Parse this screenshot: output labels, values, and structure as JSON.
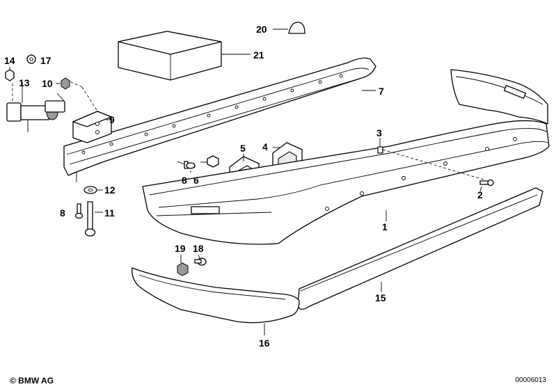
{
  "labels": {
    "p1": "1",
    "p2": "2",
    "p3": "3",
    "p4": "4",
    "p5": "5",
    "p6": "6",
    "p7": "7",
    "p8a": "8",
    "p8b": "8",
    "p9": "9",
    "p10": "10",
    "p11": "11",
    "p12": "12",
    "p13": "13",
    "p14": "14",
    "p15": "15",
    "p16": "16",
    "p17": "17",
    "p18": "18",
    "p19": "19",
    "p20": "20",
    "p21": "21"
  },
  "footer": {
    "copyright": "© BMW AG",
    "code": "00006013"
  }
}
